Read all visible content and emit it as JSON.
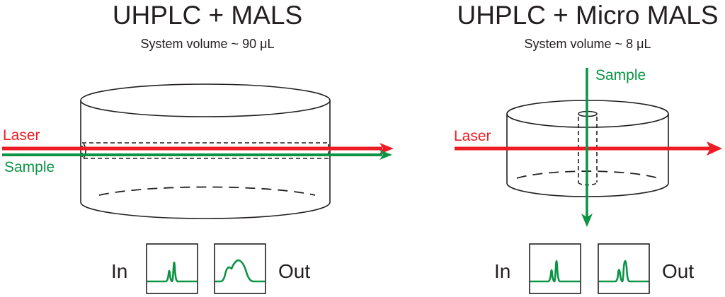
{
  "colors": {
    "laser": "#ed1c24",
    "sample": "#0a9444",
    "outline": "#231f20"
  },
  "left": {
    "title": "UHPLC + MALS",
    "subtitle": "System volume ~ 90 μL",
    "laser_label": "Laser",
    "sample_label": "Sample",
    "in_label": "In",
    "out_label": "Out"
  },
  "right": {
    "title": "UHPLC + Micro MALS",
    "subtitle": "System volume ~ 8 μL",
    "laser_label": "Laser",
    "sample_label": "Sample",
    "in_label": "In",
    "out_label": "Out"
  }
}
